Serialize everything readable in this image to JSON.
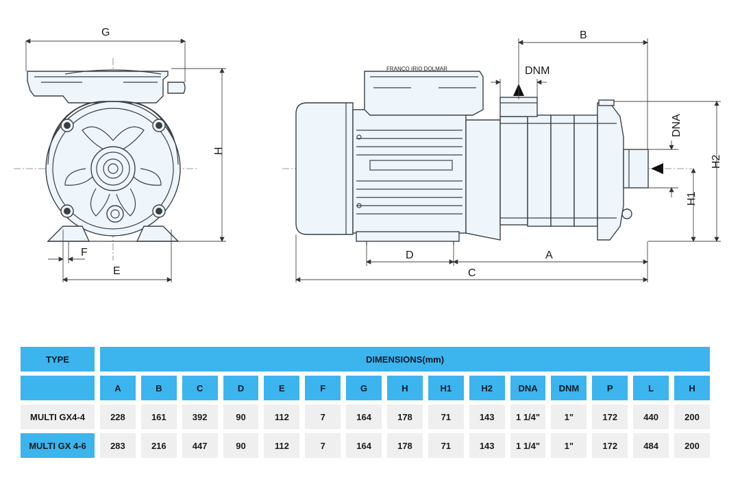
{
  "drawing": {
    "labels": {
      "G": "G",
      "H": "H",
      "F": "F",
      "E": "E",
      "B": "B",
      "DNM": "DNM",
      "DNA": "DNA",
      "H2": "H2",
      "H1": "H1",
      "D": "D",
      "A": "A",
      "C": "C"
    },
    "nameplate": "FRANCO IRIO DOLMAR"
  },
  "table": {
    "type_header": "TYPE",
    "dimensions_header": "DIMENSIONS(mm)",
    "columns": [
      "A",
      "B",
      "C",
      "D",
      "E",
      "F",
      "G",
      "H",
      "H1",
      "H2",
      "DNA",
      "DNM",
      "P",
      "L",
      "H"
    ],
    "rows": [
      {
        "type": "MULTI GX4-4",
        "values": [
          "228",
          "161",
          "392",
          "90",
          "112",
          "7",
          "164",
          "178",
          "71",
          "143",
          "1 1/4\"",
          "1\"",
          "172",
          "440",
          "200"
        ]
      },
      {
        "type": "MULTI GX 4-6",
        "values": [
          "283",
          "216",
          "447",
          "90",
          "112",
          "7",
          "164",
          "178",
          "71",
          "143",
          "1 1/4\"",
          "1\"",
          "172",
          "484",
          "200"
        ]
      }
    ]
  },
  "colors": {
    "header_blue": "#3cb4ee",
    "cell_gray": "#efefef",
    "line": "#3a3f44"
  }
}
